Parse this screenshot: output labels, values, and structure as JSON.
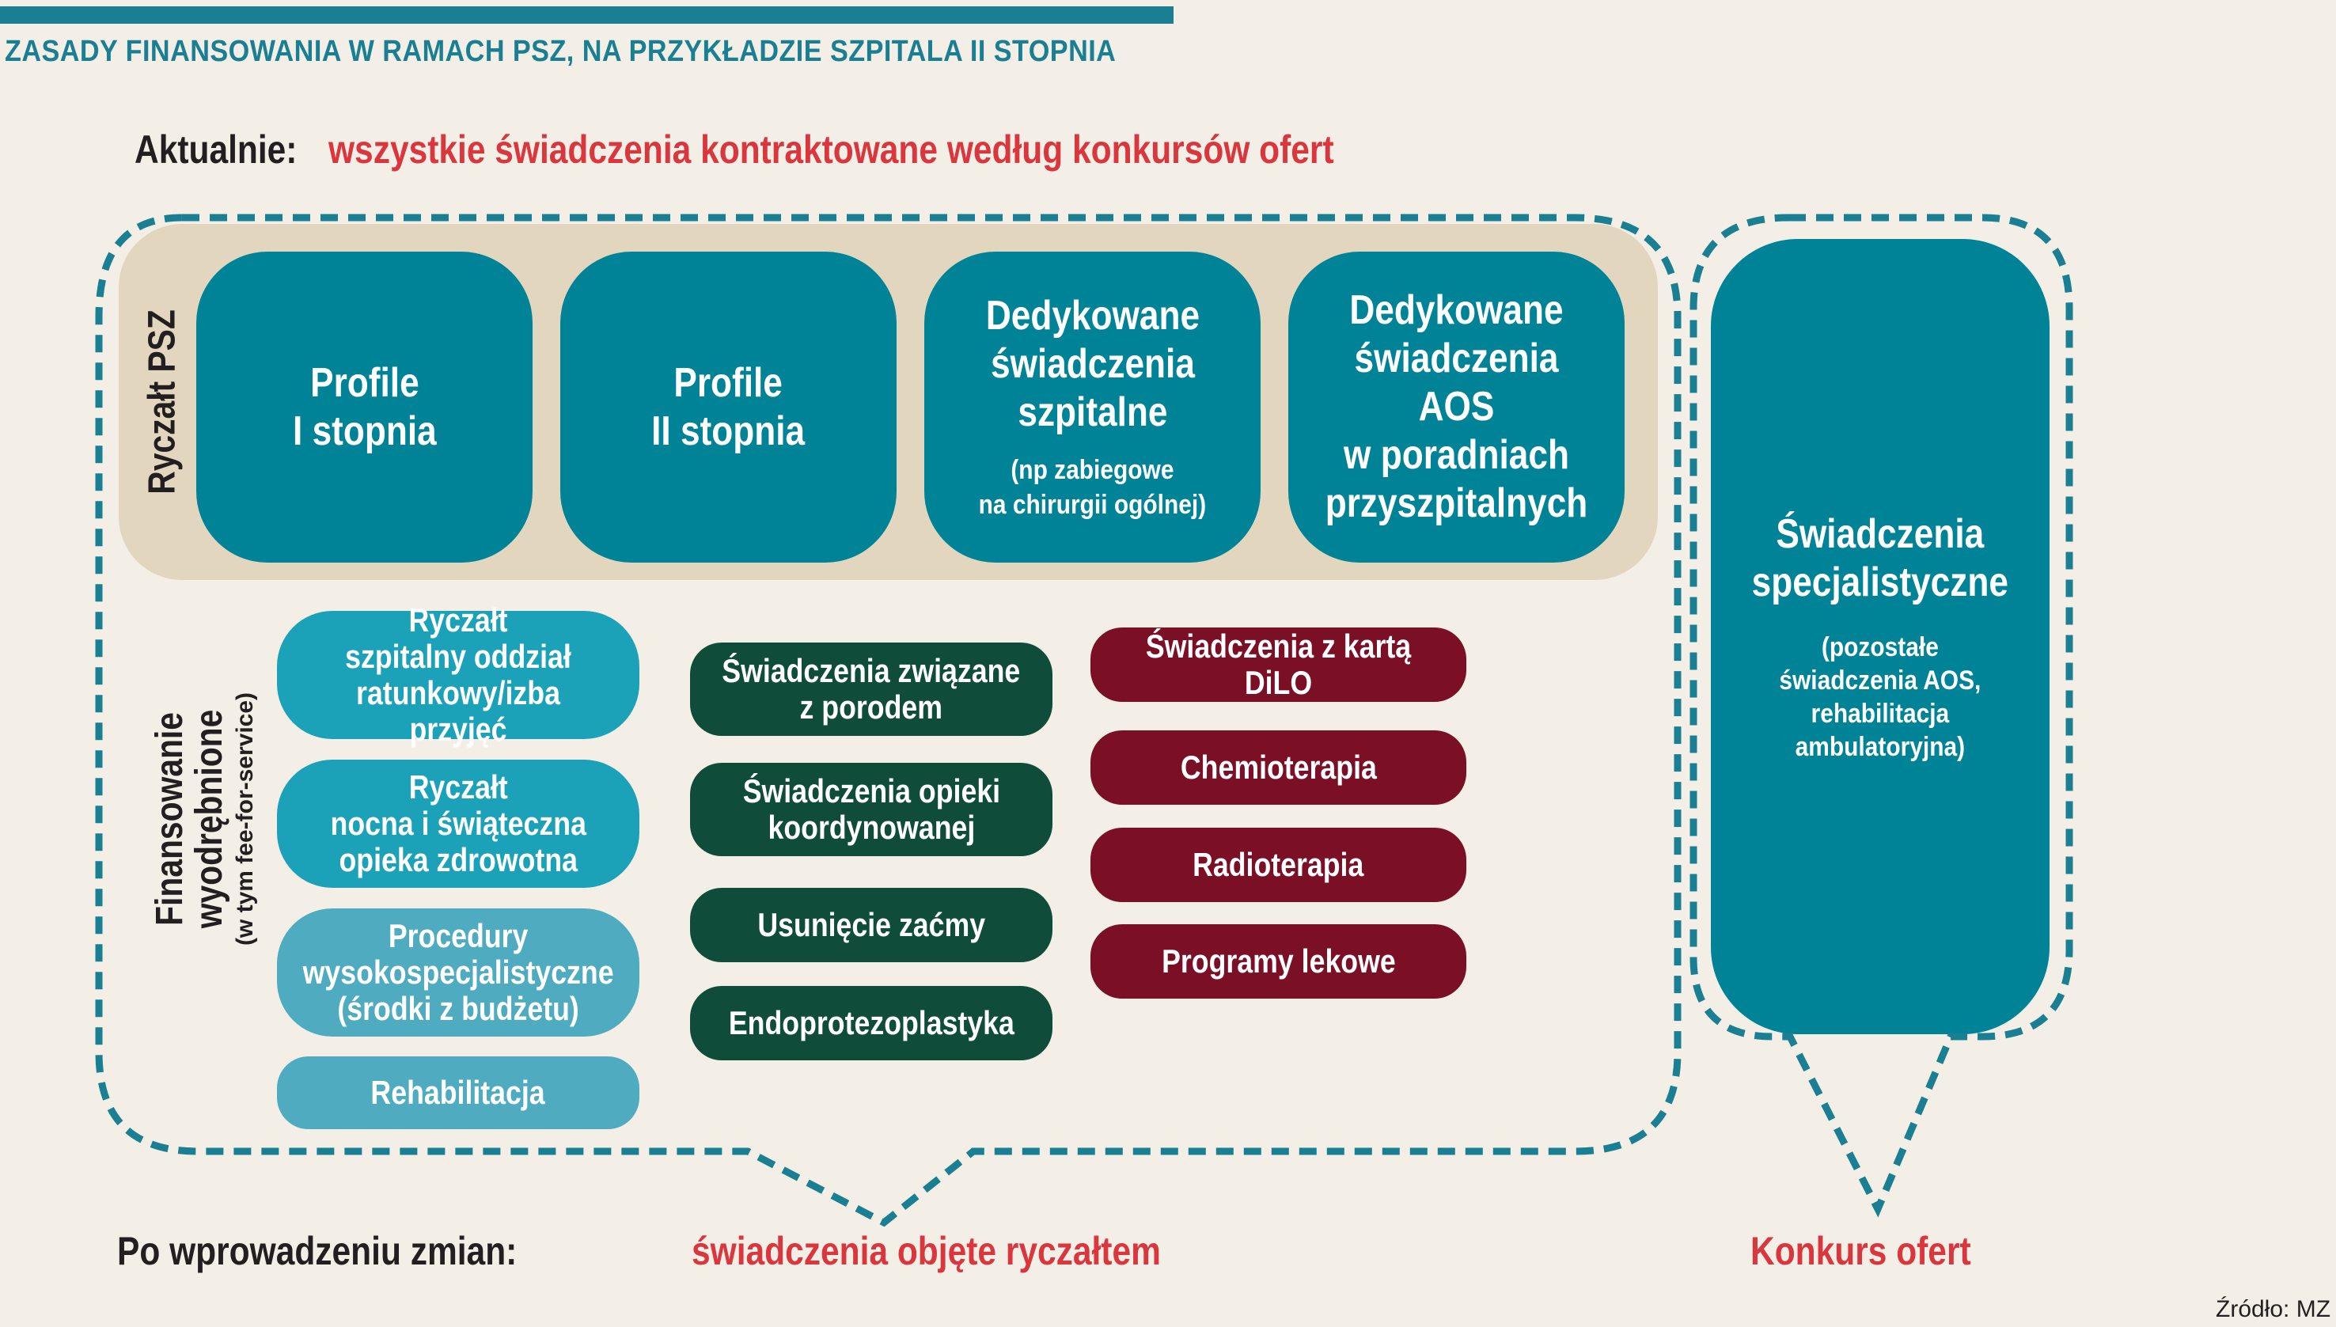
{
  "title": "ZASADY FINANSOWANIA W RAMACH PSZ, NA PRZYKŁADZIE SZPITALA II STOPNIA",
  "current": {
    "label": "Aktualnie:",
    "text": "wszystkie świadczenia kontraktowane według konkursów ofert"
  },
  "psz": {
    "label": "Ryczałt PSZ",
    "boxes": [
      {
        "title": "Profile\nI stopnia"
      },
      {
        "title": "Profile\nII stopnia"
      },
      {
        "title": "Dedykowane\nświadczenia\nszpitalne",
        "sub": "(np zabiegowe\nna chirurgii ogólnej)"
      },
      {
        "title": "Dedykowane\nświadczenia AOS\nw poradniach\nprzyszpitalnych"
      }
    ]
  },
  "separate": {
    "label": "Finansowanie\nwyodrębnione",
    "sublabel": "(w tym fee-for-service)",
    "col1": [
      "Ryczałt\nszpitalny oddział\nratunkowy/izba przyjęć",
      "Ryczałt\nnocna i świąteczna\nopieka zdrowotna",
      "Procedury\nwysokospecjalistyczne\n(środki z budżetu)",
      "Rehabilitacja"
    ],
    "col2": [
      "Świadczenia związane\nz porodem",
      "Świadczenia opieki\nkoordynowanej",
      "Usunięcie zaćmy",
      "Endoprotezoplastyka"
    ],
    "col3": [
      "Świadczenia z kartą DiLO",
      "Chemioterapia",
      "Radioterapia",
      "Programy lekowe"
    ]
  },
  "specialist": {
    "title": "Świadczenia\nspecjalistyczne",
    "sub": "(pozostałe\nświadczenia AOS,\nrehabilitacja\nambulatoryjna)"
  },
  "after": {
    "label": "Po wprowadzeniu zmian:",
    "lump_sum": "świadczenia objęte ryczałtem",
    "tender": "Konkurs ofert"
  },
  "source": "Źródło: MZ",
  "colors": {
    "teal_dark": "#008397",
    "teal": "#1ba2b8",
    "teal_light": "#4eabc0",
    "green": "#0f4c39",
    "maroon": "#7a0f25",
    "beige": "#e3d6bf",
    "accent_red": "#d9363e",
    "background": "#f3efe6",
    "dash": "#1a7f92"
  }
}
